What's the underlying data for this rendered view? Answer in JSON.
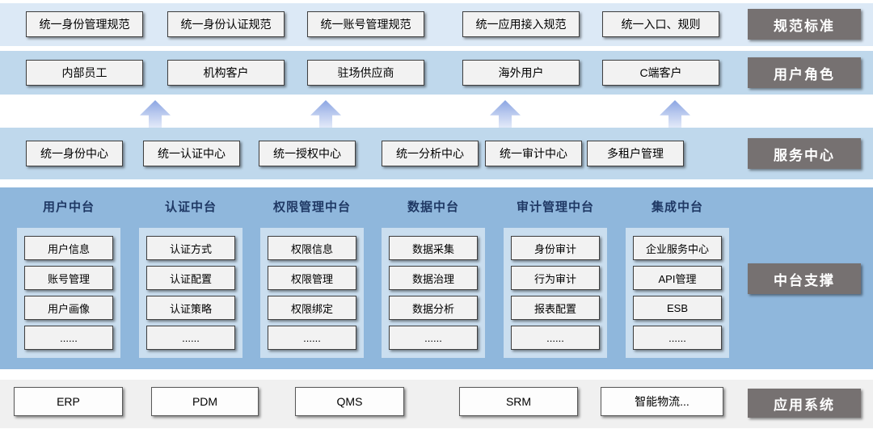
{
  "standards": {
    "label": "规范标准",
    "items": [
      "统一身份管理规范",
      "统一身份认证规范",
      "统一账号管理规范",
      "统一应用接入规范",
      "统一入口、规则"
    ]
  },
  "roles": {
    "label": "用户角色",
    "items": [
      "内部员工",
      "机构客户",
      "驻场供应商",
      "海外用户",
      "C端客户"
    ]
  },
  "services": {
    "label": "服务中心",
    "items": [
      "统一身份中心",
      "统一认证中心",
      "统一授权中心",
      "统一分析中心",
      "统一审计中心",
      "多租户管理"
    ]
  },
  "platform": {
    "label": "中台支撑",
    "columns": [
      {
        "title": "用户中台",
        "items": [
          "用户信息",
          "账号管理",
          "用户画像",
          "......"
        ]
      },
      {
        "title": "认证中台",
        "items": [
          "认证方式",
          "认证配置",
          "认证策略",
          "......"
        ]
      },
      {
        "title": "权限管理中台",
        "items": [
          "权限信息",
          "权限管理",
          "权限绑定",
          "......"
        ]
      },
      {
        "title": "数据中台",
        "items": [
          "数据采集",
          "数据治理",
          "数据分析",
          "......"
        ]
      },
      {
        "title": "审计管理中台",
        "items": [
          "身份审计",
          "行为审计",
          "报表配置",
          "......"
        ]
      },
      {
        "title": "集成中台",
        "items": [
          "企业服务中心",
          "API管理",
          "ESB",
          "......"
        ]
      }
    ]
  },
  "applications": {
    "label": "应用系统",
    "items": [
      "ERP",
      "PDM",
      "QMS",
      "SRM",
      "智能物流..."
    ]
  },
  "colors": {
    "band_light": "#dce9f6",
    "band_blue": "#bfd8ec",
    "band_medium": "#8fb7dc",
    "panel": "#cadeef",
    "box_bg": "#f2f2f2",
    "label_bg": "#767171",
    "header_text": "#1f3864",
    "apps_band": "#f0f0f0",
    "arrow_top": "#8aa4e2",
    "arrow_bottom": "#e7edfa"
  }
}
